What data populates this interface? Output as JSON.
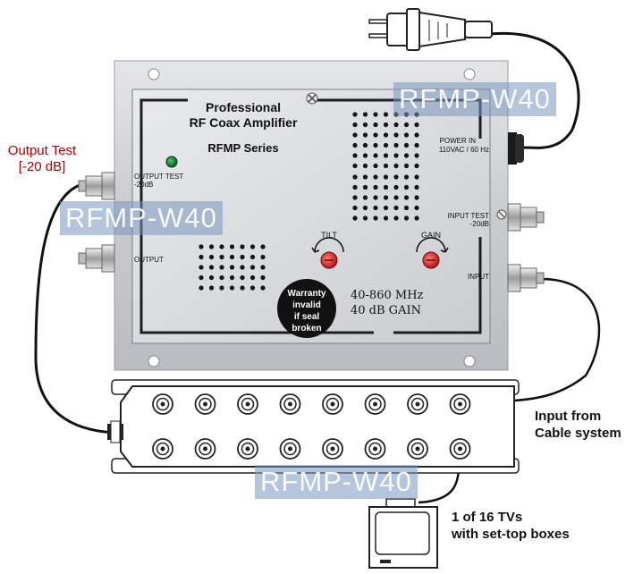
{
  "amplifier": {
    "title_line1": "Professional",
    "title_line2": "RF Coax Amplifier",
    "series": "RFMP Series",
    "output_test_port": "OUTPUT  TEST",
    "output_test_level": "-20dB",
    "output_port": "OUTPUT",
    "power_in_line1": "POWER IN",
    "power_in_line2": "110VAC / 60 Hz",
    "input_test_port": "INPUT TEST",
    "input_test_level": "-20dB",
    "input_port": "INPUT",
    "tilt_label": "TILT",
    "gain_label": "GAIN",
    "freq_range": "40-860  MHz",
    "gain_spec": "40 dB  GAIN",
    "seal_line1": "Warranty",
    "seal_line2": "invalid",
    "seal_line3": "if seal",
    "seal_line4": "broken"
  },
  "callouts": {
    "output_test_line1": "Output Test",
    "output_test_line2": "[-20 dB]",
    "input_from_line1": "Input from",
    "input_from_line2": "Cable system",
    "tvs_line1": "1 of 16 TVs",
    "tvs_line2": "with set-top boxes"
  },
  "watermarks": [
    "RFMP-W40",
    "RFMP-W40",
    "RFMP-W40"
  ],
  "colors": {
    "chassis": "#c9ccd0",
    "panel": "#dcdee1",
    "panel_border": "#1e1e1e",
    "output_test_text": "#b00000",
    "watermark_bg": "#7896be",
    "led": "#1f8a3b",
    "knob": "#d7262b",
    "seal_bg": "#111111"
  },
  "splitter": {
    "rows": 2,
    "ports_per_row": 8
  }
}
